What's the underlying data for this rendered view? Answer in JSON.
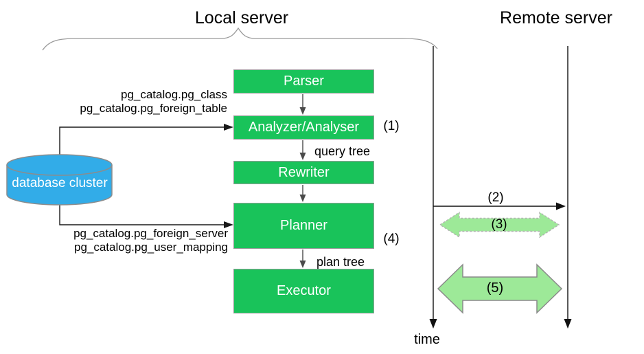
{
  "titles": {
    "local": "Local server",
    "remote": "Remote server"
  },
  "pipeline": [
    {
      "label": "Parser"
    },
    {
      "label": "Analyzer/Analyser"
    },
    {
      "label": "Rewriter"
    },
    {
      "label": "Planner"
    },
    {
      "label": "Executor"
    }
  ],
  "edge_labels": {
    "query_tree": "query tree",
    "plan_tree": "plan tree"
  },
  "catalog_refs": {
    "analyzer_line1": "pg_catalog.pg_class",
    "analyzer_line2": "pg_catalog.pg_foreign_table",
    "planner_line1": "pg_catalog.pg_foreign_server",
    "planner_line2": "pg_catalog.pg_user_mapping"
  },
  "database": {
    "label": "database cluster"
  },
  "step_markers": {
    "s1": "(1)",
    "s2": "(2)",
    "s3": "(3)",
    "s4": "(4)",
    "s5": "(5)"
  },
  "timeline": {
    "label": "time"
  },
  "colors": {
    "box_green": "#19c35a",
    "arrow_light_green": "#9de998",
    "db_blue": "#32ace8",
    "border_gray": "#9a9a9a"
  }
}
